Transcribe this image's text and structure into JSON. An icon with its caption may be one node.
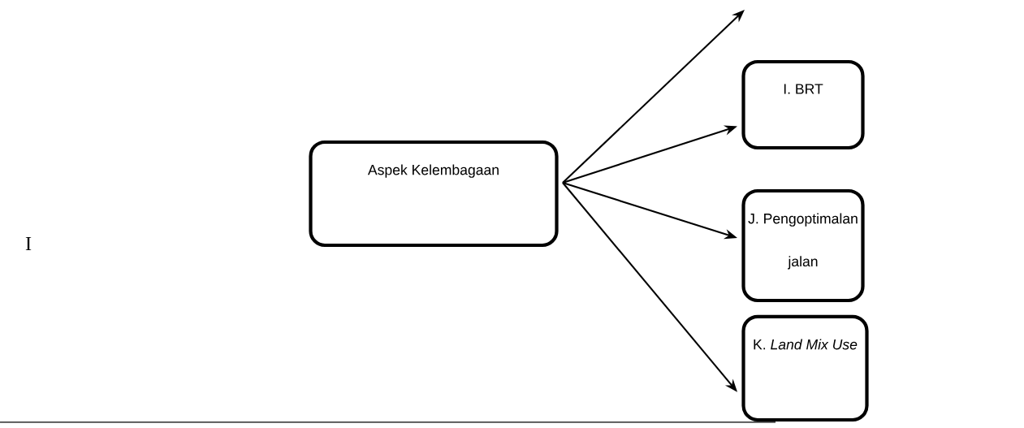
{
  "diagram": {
    "nodes": [
      {
        "text": [
          "Aspek Kelembagaan"
        ]
      },
      {
        "text": [
          "I. BRT"
        ]
      },
      {
        "text": [
          "J. Pengoptimalan jalan"
        ]
      },
      {
        "text": [
          "K. *Land Mix Use*"
        ]
      }
    ],
    "edges": [
      {
        "from": 0,
        "to": null,
        "arrow": "to"
      },
      {
        "from": 0,
        "to": 1,
        "arrow": "to"
      },
      {
        "from": 0,
        "to": 2,
        "arrow": "to"
      },
      {
        "from": 0,
        "to": 3,
        "arrow": "to"
      }
    ],
    "labels": [
      "I"
    ]
  }
}
